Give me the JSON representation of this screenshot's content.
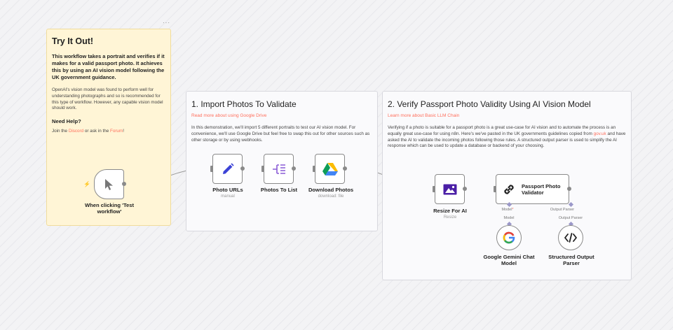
{
  "sticky_try": {
    "title": "Try It Out!",
    "intro": "This workflow takes a portrait and verifies if it makes for a valid passport photo. It achieves this by using an AI vision model following the UK government guidance.",
    "body": "OpenAI's vision model was found to perform well for understanding photographs and so is recommended for this type of workflow. However, any capable vision model should work.",
    "help_title": "Need Help?",
    "help_prefix": "Join the ",
    "help_link1": "Discord",
    "help_mid": " or ask in the ",
    "help_link2": "Forum",
    "help_suffix": "!"
  },
  "sticky_import": {
    "title": "1. Import Photos To Validate",
    "link": "Read more about using Google Drive",
    "body": "In this demonstration, we'll import 5 different portraits to test our AI vision model. For convenience, we'll use Google Drive but feel free to swap this out for other sources such as other storage or by using webhooks."
  },
  "sticky_verify": {
    "title": "2. Verify Passport Photo Validity Using AI Vision Model",
    "link": "Learn more about Basic LLM Chain",
    "body_1": "Verifying if a photo is suitable for a passport photo is a great use-case for AI vision and to automate the process is an equally great use-case for using n8n. Here's we've pasted in the UK governments guidelines copied from ",
    "body_link": "gov.uk",
    "body_2": " and have asked the AI to validate the incoming photos following those rules. A structured output parser is used to simplify the AI response which can be used to update a database or backend of your choosing."
  },
  "nodes": {
    "trigger": {
      "label": "When clicking 'Test workflow'",
      "icon": "cursor-icon"
    },
    "photo_urls": {
      "label": "Photo URLs",
      "sub": "manual",
      "icon": "pencil-icon"
    },
    "photos_to_list": {
      "label": "Photos To List",
      "icon": "split-out-icon"
    },
    "download_photos": {
      "label": "Download Photos",
      "sub": "download: file",
      "icon": "google-drive-icon"
    },
    "resize": {
      "label": "Resize For AI",
      "sub": "Resize",
      "icon": "image-icon"
    },
    "validator": {
      "label": "Passport Photo Validator",
      "icon": "chain-link-icon",
      "port_model": "Model",
      "port_model_req": "*",
      "port_parser": "Output Parser"
    },
    "gemini": {
      "label": "Google Gemini Chat Model",
      "port": "Model",
      "icon": "google-icon"
    },
    "parser": {
      "label": "Structured Output Parser",
      "port": "Output Parser",
      "icon": "code-icon"
    }
  },
  "colors": {
    "accent": "#ff6d5a",
    "sticky_yellow": "#fff5d6",
    "pencil_blue": "#3c43d6",
    "list_purple": "#8a5cd6",
    "image_purple": "#4b1fa6",
    "ai_port": "#9b98c9"
  },
  "ui": {
    "more_menu": "···"
  }
}
